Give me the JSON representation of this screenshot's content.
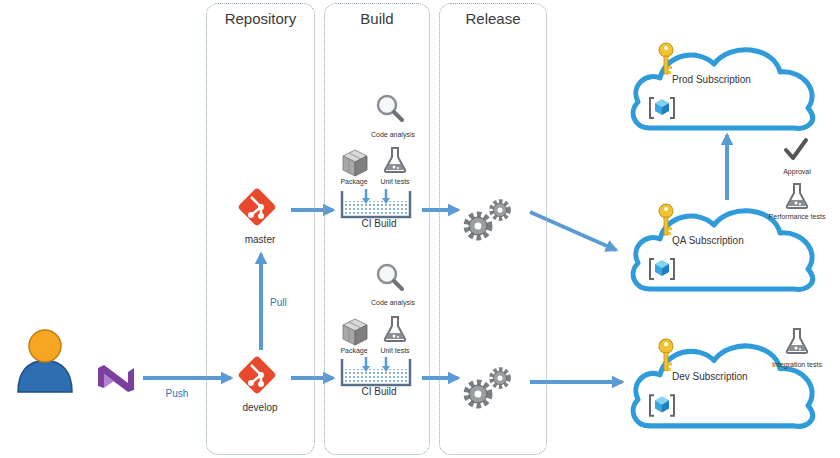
{
  "diagram": {
    "nodes": [
      {
        "text": [
          "Repository"
        ]
      },
      {
        "text": [
          "Build"
        ]
      },
      {
        "text": [
          "Release"
        ]
      },
      {
        "text": [
          "Prod Subscription"
        ]
      },
      {
        "text": [
          "master"
        ],
        "in": 0
      },
      {
        "text": [
          "CI Build"
        ],
        "in": 1
      },
      {
        "text": [
          "QA Subscription"
        ]
      },
      {
        "text": [
          "develop"
        ],
        "in": 0
      },
      {
        "text": [
          "CI Build"
        ],
        "in": 1
      },
      {
        "text": [
          "Dev Subscription"
        ]
      }
    ],
    "edges": [
      {
        "from": 4,
        "to": 5,
        "arrow": "to"
      },
      {
        "from": 7,
        "to": 8,
        "arrow": "to"
      },
      {
        "from": 7,
        "to": 4,
        "label": "Pull",
        "arrow": "to"
      },
      {
        "from": 6,
        "to": 3,
        "arrow": "to"
      }
    ],
    "labels": [
      "Code analysis",
      "Package",
      "Unit tests",
      "Approval",
      "Performance tests",
      "Code analysis",
      "Package",
      "Unit tests",
      "Integration tests",
      "Push"
    ]
  }
}
